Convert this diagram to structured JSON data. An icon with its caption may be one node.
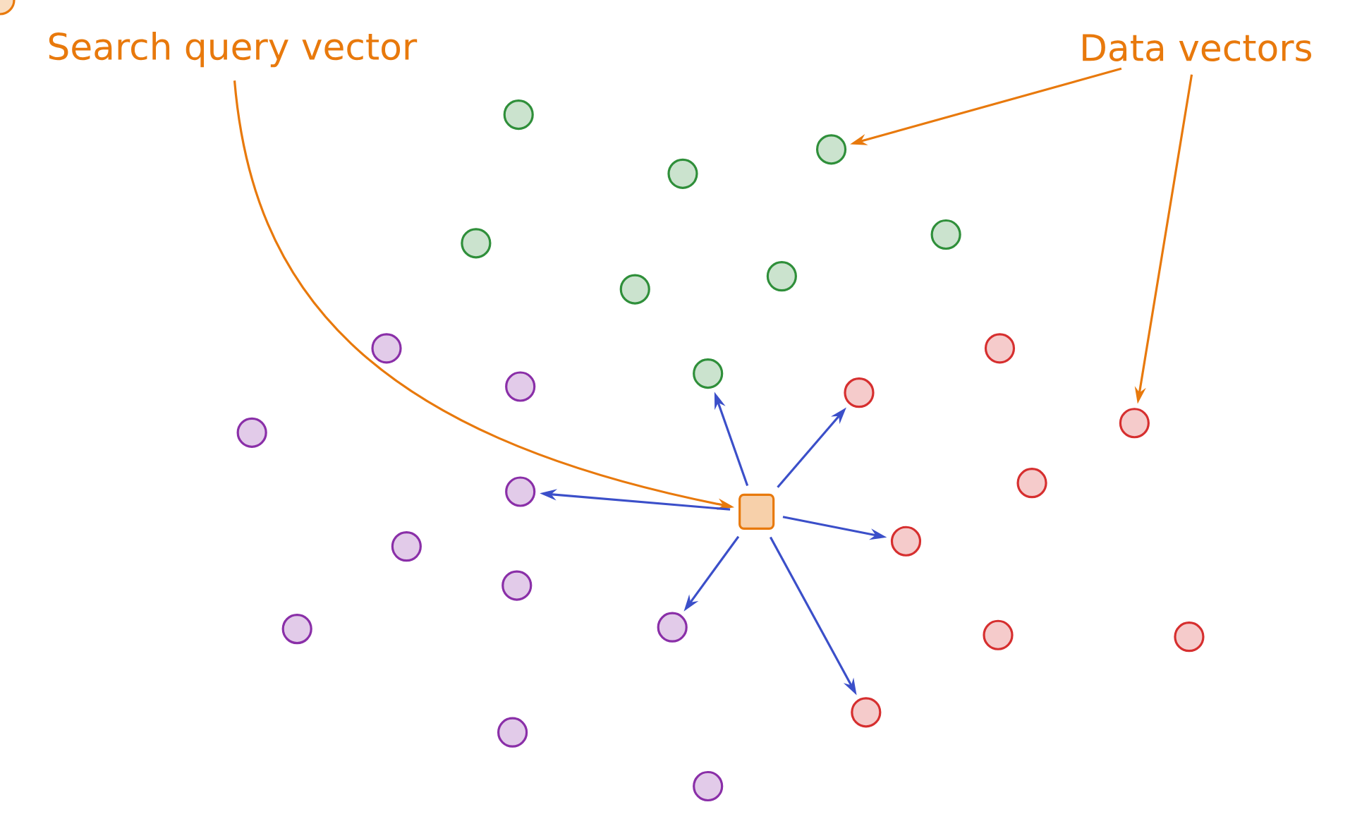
{
  "diagram": {
    "nodes": [
      {
        "text": [
          "Search query vector"
        ]
      },
      {
        "text": [
          "Data vectors"
        ]
      },
      {
        "text": [],
        "shape": "box"
      },
      {
        "text": [],
        "shape": "circle"
      },
      {
        "text": [],
        "shape": "circle"
      },
      {
        "text": [],
        "shape": "circle"
      },
      {
        "text": [],
        "shape": "circle"
      },
      {
        "text": [],
        "shape": "circle"
      },
      {
        "text": [],
        "shape": "circle"
      },
      {
        "text": [],
        "shape": "circle"
      },
      {
        "text": [],
        "shape": "circle"
      },
      {
        "text": [],
        "shape": "circle"
      },
      {
        "text": [],
        "shape": "circle"
      },
      {
        "text": [],
        "shape": "circle"
      },
      {
        "text": [],
        "shape": "circle"
      },
      {
        "text": [],
        "shape": "circle"
      },
      {
        "text": [],
        "shape": "circle"
      },
      {
        "text": [],
        "shape": "circle"
      },
      {
        "text": [],
        "shape": "circle"
      },
      {
        "text": [],
        "shape": "circle"
      },
      {
        "text": [],
        "shape": "circle"
      },
      {
        "text": [],
        "shape": "circle"
      },
      {
        "text": [],
        "shape": "circle"
      },
      {
        "text": [],
        "shape": "circle"
      },
      {
        "text": [],
        "shape": "circle"
      },
      {
        "text": [],
        "shape": "circle"
      },
      {
        "text": [],
        "shape": "circle"
      },
      {
        "text": [],
        "shape": "circle"
      },
      {
        "text": [],
        "shape": "circle"
      },
      {
        "text": [],
        "shape": "circle"
      }
    ],
    "edges": [
      {
        "from": 0,
        "to": 2,
        "arrow": "to",
        "color": "#e8790c"
      },
      {
        "from": 1,
        "to": 4,
        "arrow": "to",
        "color": "#e8790c"
      },
      {
        "from": 1,
        "to": 15,
        "arrow": "to",
        "color": "#e8790c"
      },
      {
        "from": 2,
        "to": 12,
        "arrow": "to"
      },
      {
        "from": 2,
        "to": 14,
        "arrow": "to"
      },
      {
        "from": 2,
        "to": 18,
        "arrow": "to"
      },
      {
        "from": 2,
        "to": 19,
        "arrow": "to"
      },
      {
        "from": 2,
        "to": 22,
        "arrow": "to"
      },
      {
        "from": 2,
        "to": 26,
        "arrow": "to"
      }
    ]
  }
}
